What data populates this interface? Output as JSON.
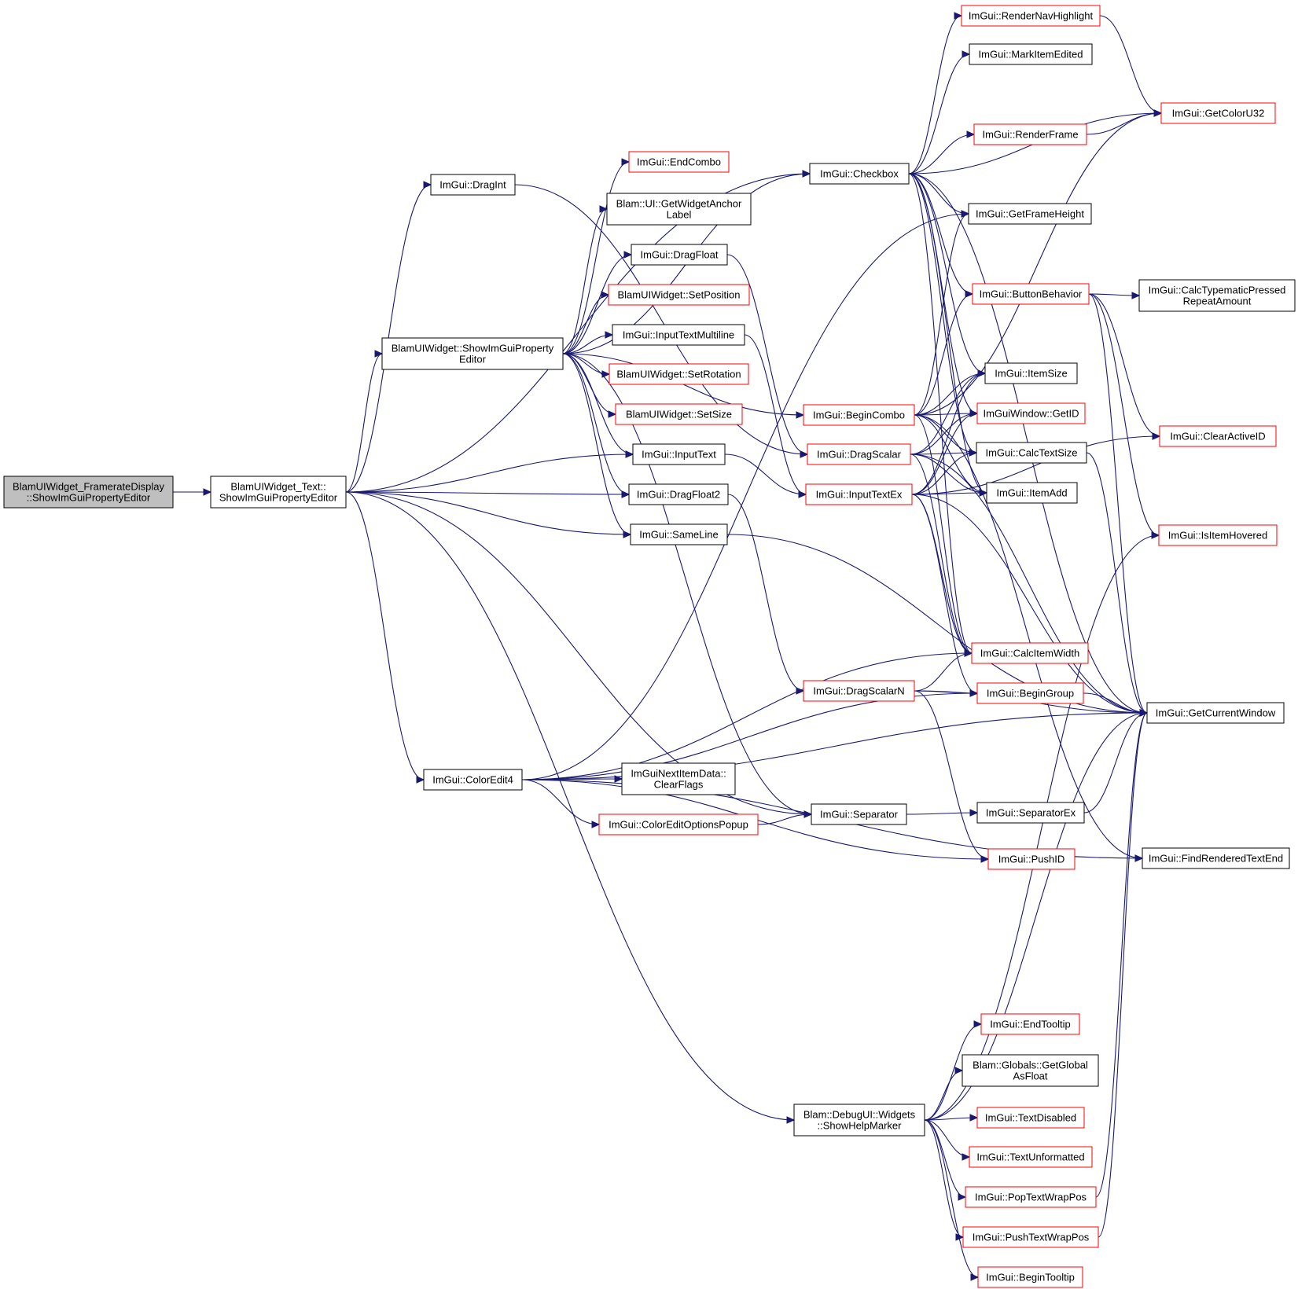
{
  "colors": {
    "edge": "#191970",
    "root_fill": "#bfbfbf",
    "border_black": "#000000",
    "border_red": "#ff0000"
  },
  "nodes": [
    {
      "id": "root",
      "lines": [
        "BlamUIWidget_FramerateDisplay",
        "::ShowImGuiPropertyEditor"
      ],
      "style": "root"
    },
    {
      "id": "text_show",
      "lines": [
        "BlamUIWidget_Text::",
        "ShowImGuiPropertyEditor"
      ],
      "style": "black"
    },
    {
      "id": "dragint",
      "lines": [
        "ImGui::DragInt"
      ],
      "style": "black"
    },
    {
      "id": "widget_show",
      "lines": [
        "BlamUIWidget::ShowImGuiProperty",
        "Editor"
      ],
      "style": "black"
    },
    {
      "id": "coloredit4",
      "lines": [
        "ImGui::ColorEdit4"
      ],
      "style": "black"
    },
    {
      "id": "endcombo",
      "lines": [
        "ImGui::EndCombo"
      ],
      "style": "red"
    },
    {
      "id": "getwidgetanchor",
      "lines": [
        "Blam::UI::GetWidgetAnchor",
        "Label"
      ],
      "style": "black"
    },
    {
      "id": "dragfloat",
      "lines": [
        "ImGui::DragFloat"
      ],
      "style": "black"
    },
    {
      "id": "setposition",
      "lines": [
        "BlamUIWidget::SetPosition"
      ],
      "style": "red"
    },
    {
      "id": "inputtextmulti",
      "lines": [
        "ImGui::InputTextMultiline"
      ],
      "style": "black"
    },
    {
      "id": "setrotation",
      "lines": [
        "BlamUIWidget::SetRotation"
      ],
      "style": "red"
    },
    {
      "id": "setsize",
      "lines": [
        "BlamUIWidget::SetSize"
      ],
      "style": "red"
    },
    {
      "id": "inputtext",
      "lines": [
        "ImGui::InputText"
      ],
      "style": "black"
    },
    {
      "id": "dragfloat2",
      "lines": [
        "ImGui::DragFloat2"
      ],
      "style": "black"
    },
    {
      "id": "sameline",
      "lines": [
        "ImGui::SameLine"
      ],
      "style": "black"
    },
    {
      "id": "nextitemdata",
      "lines": [
        "ImGuiNextItemData::",
        "ClearFlags"
      ],
      "style": "black"
    },
    {
      "id": "coloreditopts",
      "lines": [
        "ImGui::ColorEditOptionsPopup"
      ],
      "style": "red"
    },
    {
      "id": "checkbox",
      "lines": [
        "ImGui::Checkbox"
      ],
      "style": "black"
    },
    {
      "id": "begincombo",
      "lines": [
        "ImGui::BeginCombo"
      ],
      "style": "red"
    },
    {
      "id": "dragscalar",
      "lines": [
        "ImGui::DragScalar"
      ],
      "style": "red"
    },
    {
      "id": "inputtextex",
      "lines": [
        "ImGui::InputTextEx"
      ],
      "style": "red"
    },
    {
      "id": "dragscalarn",
      "lines": [
        "ImGui::DragScalarN"
      ],
      "style": "red"
    },
    {
      "id": "separator",
      "lines": [
        "ImGui::Separator"
      ],
      "style": "black"
    },
    {
      "id": "showhelp",
      "lines": [
        "Blam::DebugUI::Widgets",
        "::ShowHelpMarker"
      ],
      "style": "black"
    },
    {
      "id": "rendernav",
      "lines": [
        "ImGui::RenderNavHighlight"
      ],
      "style": "red"
    },
    {
      "id": "markitemedited",
      "lines": [
        "ImGui::MarkItemEdited"
      ],
      "style": "black"
    },
    {
      "id": "renderframe",
      "lines": [
        "ImGui::RenderFrame"
      ],
      "style": "red"
    },
    {
      "id": "getframeheight",
      "lines": [
        "ImGui::GetFrameHeight"
      ],
      "style": "black"
    },
    {
      "id": "buttonbehavior",
      "lines": [
        "ImGui::ButtonBehavior"
      ],
      "style": "red"
    },
    {
      "id": "itemsize",
      "lines": [
        "ImGui::ItemSize"
      ],
      "style": "black"
    },
    {
      "id": "getid",
      "lines": [
        "ImGuiWindow::GetID"
      ],
      "style": "red"
    },
    {
      "id": "calctextsize",
      "lines": [
        "ImGui::CalcTextSize"
      ],
      "style": "black"
    },
    {
      "id": "itemadd",
      "lines": [
        "ImGui::ItemAdd"
      ],
      "style": "black"
    },
    {
      "id": "calcitemwidth",
      "lines": [
        "ImGui::CalcItemWidth"
      ],
      "style": "red"
    },
    {
      "id": "begingroup",
      "lines": [
        "ImGui::BeginGroup"
      ],
      "style": "red"
    },
    {
      "id": "separatorex",
      "lines": [
        "ImGui::SeparatorEx"
      ],
      "style": "black"
    },
    {
      "id": "pushid",
      "lines": [
        "ImGui::PushID"
      ],
      "style": "red"
    },
    {
      "id": "endtooltip",
      "lines": [
        "ImGui::EndTooltip"
      ],
      "style": "red"
    },
    {
      "id": "getglobal",
      "lines": [
        "Blam::Globals::GetGlobal",
        "AsFloat"
      ],
      "style": "black"
    },
    {
      "id": "textdisabled",
      "lines": [
        "ImGui::TextDisabled"
      ],
      "style": "red"
    },
    {
      "id": "textunformatted",
      "lines": [
        "ImGui::TextUnformatted"
      ],
      "style": "red"
    },
    {
      "id": "poptextwrap",
      "lines": [
        "ImGui::PopTextWrapPos"
      ],
      "style": "red"
    },
    {
      "id": "pushtextwrap",
      "lines": [
        "ImGui::PushTextWrapPos"
      ],
      "style": "red"
    },
    {
      "id": "begintooltip",
      "lines": [
        "ImGui::BeginTooltip"
      ],
      "style": "red"
    },
    {
      "id": "getcoloru32",
      "lines": [
        "ImGui::GetColorU32"
      ],
      "style": "red"
    },
    {
      "id": "calctypematic",
      "lines": [
        "ImGui::CalcTypematicPressed",
        "RepeatAmount"
      ],
      "style": "black"
    },
    {
      "id": "clearactiveid",
      "lines": [
        "ImGui::ClearActiveID"
      ],
      "style": "red"
    },
    {
      "id": "isitemhovered",
      "lines": [
        "ImGui::IsItemHovered"
      ],
      "style": "red"
    },
    {
      "id": "getcurrentwindow",
      "lines": [
        "ImGui::GetCurrentWindow"
      ],
      "style": "black"
    },
    {
      "id": "findrendered",
      "lines": [
        "ImGui::FindRenderedTextEnd"
      ],
      "style": "black"
    }
  ],
  "edges": [
    [
      "root",
      "text_show"
    ],
    [
      "text_show",
      "dragint"
    ],
    [
      "text_show",
      "widget_show"
    ],
    [
      "text_show",
      "checkbox"
    ],
    [
      "text_show",
      "inputtext"
    ],
    [
      "text_show",
      "dragfloat2"
    ],
    [
      "text_show",
      "sameline"
    ],
    [
      "text_show",
      "separator"
    ],
    [
      "text_show",
      "coloredit4"
    ],
    [
      "text_show",
      "showhelp"
    ],
    [
      "dragint",
      "dragscalar"
    ],
    [
      "widget_show",
      "endcombo"
    ],
    [
      "widget_show",
      "getwidgetanchor"
    ],
    [
      "widget_show",
      "dragfloat"
    ],
    [
      "widget_show",
      "setposition"
    ],
    [
      "widget_show",
      "inputtextmulti"
    ],
    [
      "widget_show",
      "setrotation"
    ],
    [
      "widget_show",
      "setsize"
    ],
    [
      "widget_show",
      "inputtext"
    ],
    [
      "widget_show",
      "dragfloat2"
    ],
    [
      "widget_show",
      "sameline"
    ],
    [
      "widget_show",
      "checkbox"
    ],
    [
      "widget_show",
      "begincombo"
    ],
    [
      "widget_show",
      "separator"
    ],
    [
      "dragfloat",
      "dragscalar"
    ],
    [
      "inputtextmulti",
      "inputtextex"
    ],
    [
      "inputtext",
      "inputtextex"
    ],
    [
      "dragfloat2",
      "dragscalarn"
    ],
    [
      "sameline",
      "getcurrentwindow"
    ],
    [
      "coloredit4",
      "nextitemdata"
    ],
    [
      "coloredit4",
      "coloreditopts"
    ],
    [
      "coloredit4",
      "getframeheight"
    ],
    [
      "coloredit4",
      "calcitemwidth"
    ],
    [
      "coloredit4",
      "begingroup"
    ],
    [
      "coloredit4",
      "pushid"
    ],
    [
      "coloredit4",
      "getcurrentwindow"
    ],
    [
      "coloredit4",
      "findrendered"
    ],
    [
      "coloreditopts",
      "separator"
    ],
    [
      "separator",
      "separatorex"
    ],
    [
      "separatorex",
      "getcurrentwindow"
    ],
    [
      "checkbox",
      "rendernav"
    ],
    [
      "checkbox",
      "markitemedited"
    ],
    [
      "checkbox",
      "getcoloru32"
    ],
    [
      "checkbox",
      "renderframe"
    ],
    [
      "checkbox",
      "getframeheight"
    ],
    [
      "checkbox",
      "buttonbehavior"
    ],
    [
      "checkbox",
      "itemsize"
    ],
    [
      "checkbox",
      "getid"
    ],
    [
      "checkbox",
      "calctextsize"
    ],
    [
      "checkbox",
      "itemadd"
    ],
    [
      "checkbox",
      "calcitemwidth"
    ],
    [
      "checkbox",
      "getcurrentwindow"
    ],
    [
      "rendernav",
      "getcoloru32"
    ],
    [
      "renderframe",
      "getcoloru32"
    ],
    [
      "buttonbehavior",
      "calctypematic"
    ],
    [
      "buttonbehavior",
      "clearactiveid"
    ],
    [
      "buttonbehavior",
      "isitemhovered"
    ],
    [
      "buttonbehavior",
      "getcurrentwindow"
    ],
    [
      "begincombo",
      "getcoloru32"
    ],
    [
      "begincombo",
      "getframeheight"
    ],
    [
      "begincombo",
      "buttonbehavior"
    ],
    [
      "begincombo",
      "itemsize"
    ],
    [
      "begincombo",
      "getid"
    ],
    [
      "begincombo",
      "calctextsize"
    ],
    [
      "begincombo",
      "itemadd"
    ],
    [
      "begincombo",
      "calcitemwidth"
    ],
    [
      "begincombo",
      "findrendered"
    ],
    [
      "dragscalar",
      "itemsize"
    ],
    [
      "dragscalar",
      "getid"
    ],
    [
      "dragscalar",
      "calctextsize"
    ],
    [
      "dragscalar",
      "itemadd"
    ],
    [
      "dragscalar",
      "calcitemwidth"
    ],
    [
      "dragscalar",
      "getcurrentwindow"
    ],
    [
      "inputtextex",
      "itemsize"
    ],
    [
      "inputtextex",
      "getid"
    ],
    [
      "inputtextex",
      "calctextsize"
    ],
    [
      "inputtextex",
      "itemadd"
    ],
    [
      "inputtextex",
      "clearactiveid"
    ],
    [
      "inputtextex",
      "calcitemwidth"
    ],
    [
      "inputtextex",
      "begingroup"
    ],
    [
      "inputtextex",
      "getcurrentwindow"
    ],
    [
      "dragscalarn",
      "calcitemwidth"
    ],
    [
      "dragscalarn",
      "begingroup"
    ],
    [
      "dragscalarn",
      "pushid"
    ],
    [
      "dragscalarn",
      "getcurrentwindow"
    ],
    [
      "begingroup",
      "getcurrentwindow"
    ],
    [
      "calctextsize",
      "getcurrentwindow"
    ],
    [
      "showhelp",
      "endtooltip"
    ],
    [
      "showhelp",
      "getglobal"
    ],
    [
      "showhelp",
      "textdisabled"
    ],
    [
      "showhelp",
      "textunformatted"
    ],
    [
      "showhelp",
      "poptextwrap"
    ],
    [
      "showhelp",
      "pushtextwrap"
    ],
    [
      "showhelp",
      "begintooltip"
    ],
    [
      "showhelp",
      "isitemhovered"
    ],
    [
      "showhelp",
      "getcurrentwindow"
    ],
    [
      "poptextwrap",
      "getcurrentwindow"
    ],
    [
      "pushtextwrap",
      "getcurrentwindow"
    ]
  ]
}
